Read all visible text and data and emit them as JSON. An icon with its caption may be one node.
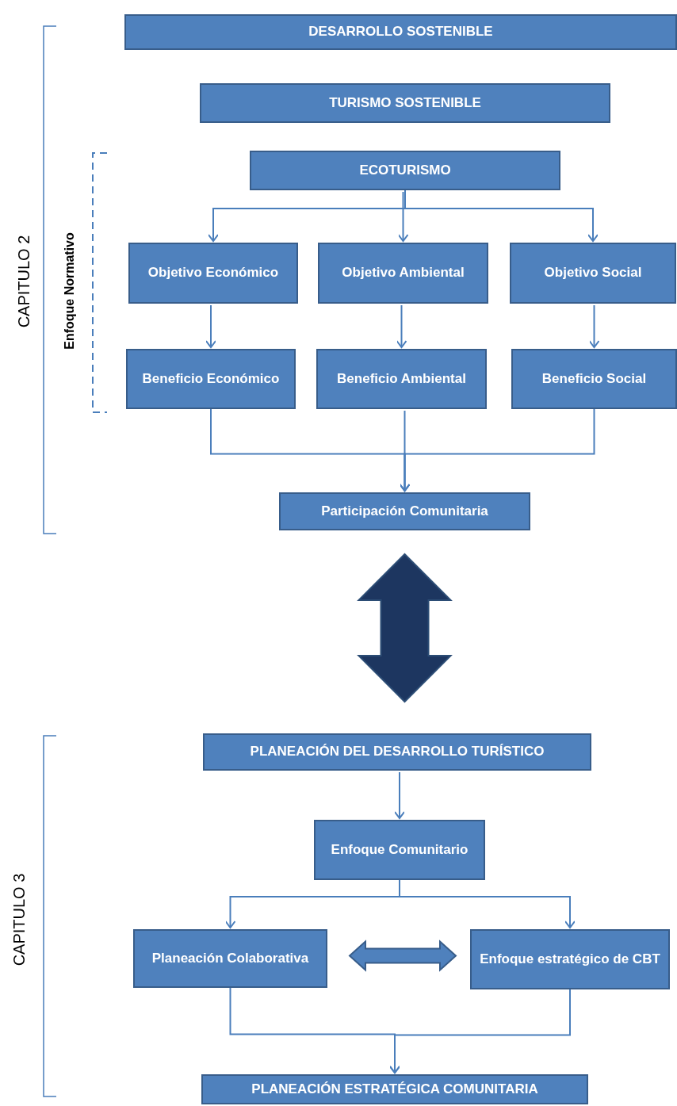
{
  "diagram": {
    "nodes": [
      {
        "text": [
          "DESARROLLO SOSTENIBLE"
        ]
      },
      {
        "text": [
          "TURISMO SOSTENIBLE"
        ]
      },
      {
        "text": [
          "ECOTURISMO"
        ]
      },
      {
        "text": [
          "Objetivo Económico"
        ]
      },
      {
        "text": [
          "Objetivo Ambiental"
        ]
      },
      {
        "text": [
          "Objetivo Social"
        ]
      },
      {
        "text": [
          "Beneficio Económico"
        ]
      },
      {
        "text": [
          "Beneficio Ambiental"
        ]
      },
      {
        "text": [
          "Beneficio Social"
        ]
      },
      {
        "text": [
          "Participación Comunitaria"
        ]
      },
      {
        "text": [
          "PLANEACIÓN DEL DESARROLLO TURÍSTICO"
        ]
      },
      {
        "text": [
          "Enfoque Comunitario"
        ]
      },
      {
        "text": [
          "Planeación Colaborativa"
        ]
      },
      {
        "text": [
          "Enfoque estratégico de CBT"
        ]
      },
      {
        "text": [
          "PLANEACIÓN ESTRATÉGICA COMUNITARIA"
        ]
      }
    ],
    "edges": [
      {
        "from": 2,
        "to": 3,
        "arrow": "to"
      },
      {
        "from": 2,
        "to": 4,
        "arrow": "to"
      },
      {
        "from": 2,
        "to": 5,
        "arrow": "to"
      },
      {
        "from": 3,
        "to": 6,
        "arrow": "to"
      },
      {
        "from": 4,
        "to": 7,
        "arrow": "to"
      },
      {
        "from": 5,
        "to": 8,
        "arrow": "to"
      },
      {
        "from": 6,
        "to": 9,
        "arrow": "to"
      },
      {
        "from": 7,
        "to": 9,
        "arrow": "to"
      },
      {
        "from": 8,
        "to": 9,
        "arrow": "to"
      },
      {
        "from": 9,
        "to": 10,
        "arrow": "both",
        "style": "thick",
        "color": "#1d3660"
      },
      {
        "from": 10,
        "to": 11,
        "arrow": "to"
      },
      {
        "from": 11,
        "to": 12,
        "arrow": "to"
      },
      {
        "from": 11,
        "to": 13,
        "arrow": "to"
      },
      {
        "from": 12,
        "to": 13,
        "arrow": "both",
        "style": "thick"
      },
      {
        "from": 12,
        "to": 14,
        "arrow": "to"
      },
      {
        "from": 13,
        "to": 14,
        "arrow": "to"
      }
    ],
    "labels": [
      "CAPITULO 2",
      "Enfoque Normativo",
      "CAPITULO 3"
    ]
  }
}
